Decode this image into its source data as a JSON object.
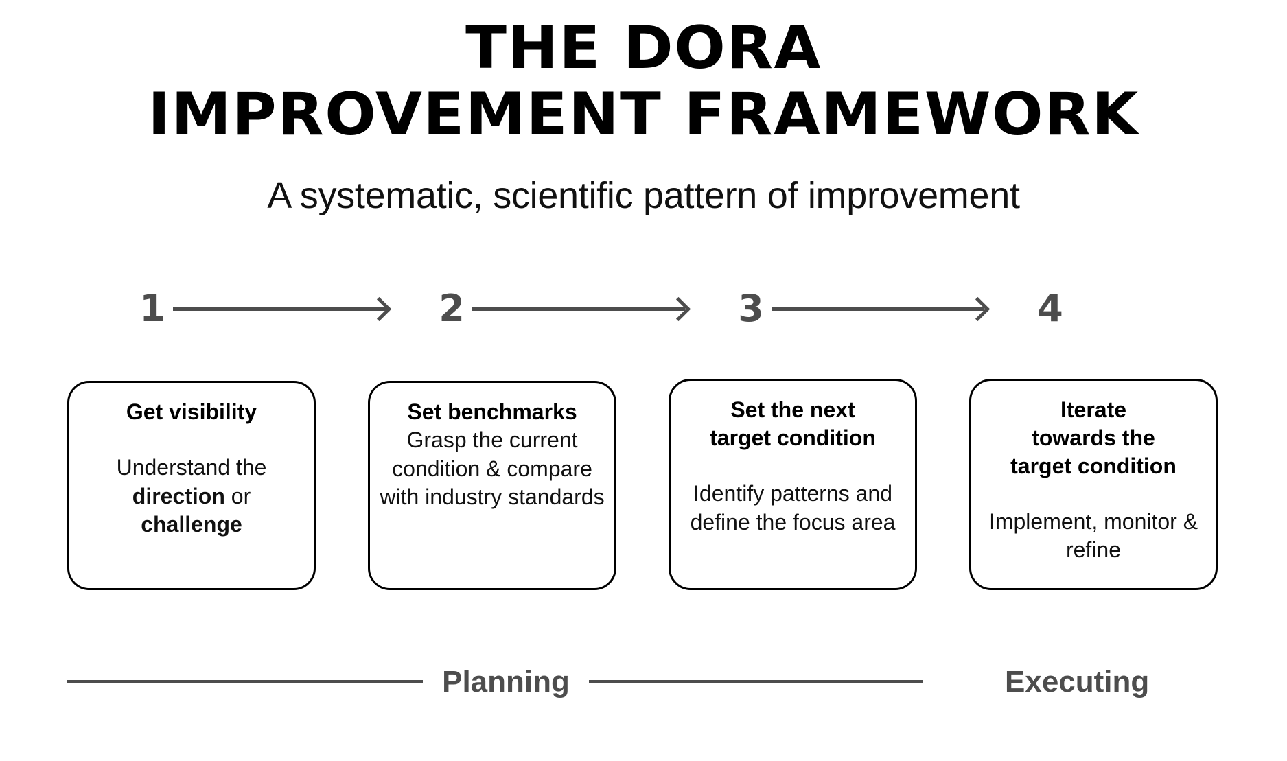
{
  "header": {
    "title_line_1": "THE DORA",
    "title_line_2": "IMPROVEMENT FRAMEWORK",
    "subtitle": "A systematic, scientific pattern of improvement"
  },
  "steps": {
    "numbers": [
      "1",
      "2",
      "3",
      "4"
    ],
    "arrow_count": 3
  },
  "cards": [
    {
      "number": "1",
      "heading": "Get visibility",
      "body_prefix": "Understand the ",
      "body_bold_1": "direction",
      "body_middle": " or ",
      "body_bold_2": "challenge",
      "body_suffix": "",
      "spacer": "large"
    },
    {
      "number": "2",
      "heading": "Set benchmarks",
      "body_prefix": "Grasp the current condition & compare with industry standards",
      "body_bold_1": "",
      "body_middle": "",
      "body_bold_2": "",
      "body_suffix": "",
      "spacer": "small"
    },
    {
      "number": "3",
      "heading": "Set the next\ntarget condition",
      "body_prefix": "Identify patterns and define the focus area",
      "body_bold_1": "",
      "body_middle": "",
      "body_bold_2": "",
      "body_suffix": "",
      "spacer": "large"
    },
    {
      "number": "4",
      "heading": "Iterate\ntowards the\ntarget condition",
      "body_prefix": "Implement, monitor & refine",
      "body_bold_1": "",
      "body_middle": "",
      "body_bold_2": "",
      "body_suffix": "",
      "spacer": "large"
    }
  ],
  "phases": {
    "planning_label": "Planning",
    "executing_label": "Executing"
  },
  "colors": {
    "accent_gray": "#4d4d4d",
    "text_black": "#000000",
    "background": "#ffffff"
  }
}
